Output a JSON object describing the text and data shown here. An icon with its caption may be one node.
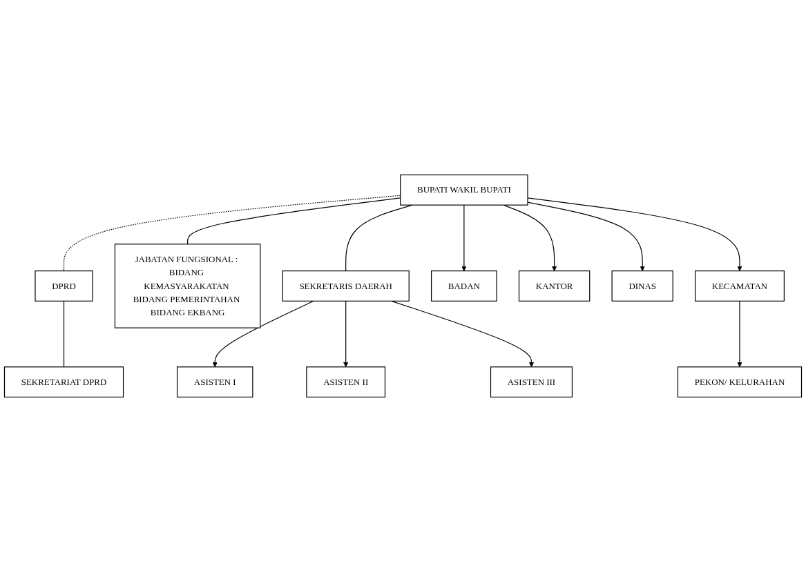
{
  "diagram": {
    "nodes": [
      {
        "text": [
          "BUPATI WAKIL BUPATI"
        ]
      },
      {
        "text": [
          "DPRD"
        ]
      },
      {
        "text": [
          "SEKRETARIAT DPRD"
        ]
      },
      {
        "text": [
          "JABATAN FUNGSIONAL : BIDANG KEMASYARAKATAN BIDANG PEMERINTAHAN BIDANG EKBANG"
        ]
      },
      {
        "text": [
          "SEKRETARIS DAERAH"
        ]
      },
      {
        "text": [
          "ASISTEN I"
        ]
      },
      {
        "text": [
          "ASISTEN II"
        ]
      },
      {
        "text": [
          "ASISTEN III"
        ]
      },
      {
        "text": [
          "BADAN"
        ]
      },
      {
        "text": [
          "KANTOR"
        ]
      },
      {
        "text": [
          "DINAS"
        ]
      },
      {
        "text": [
          "KECAMATAN"
        ]
      },
      {
        "text": [
          "PEKON/ KELURAHAN"
        ]
      }
    ],
    "edges": [
      {
        "from": 0,
        "to": 1,
        "arrow": "none",
        "style": "dashed"
      },
      {
        "from": 1,
        "to": 2,
        "arrow": "none"
      },
      {
        "from": 0,
        "to": 3,
        "arrow": "none"
      },
      {
        "from": 0,
        "to": 4,
        "arrow": "none"
      },
      {
        "from": 4,
        "to": 5,
        "arrow": "to"
      },
      {
        "from": 4,
        "to": 6,
        "arrow": "to"
      },
      {
        "from": 4,
        "to": 7,
        "arrow": "to"
      },
      {
        "from": 0,
        "to": 8,
        "arrow": "to"
      },
      {
        "from": 0,
        "to": 9,
        "arrow": "to"
      },
      {
        "from": 0,
        "to": 10,
        "arrow": "to"
      },
      {
        "from": 0,
        "to": 11,
        "arrow": "to"
      },
      {
        "from": 11,
        "to": 12,
        "arrow": "to"
      }
    ]
  }
}
